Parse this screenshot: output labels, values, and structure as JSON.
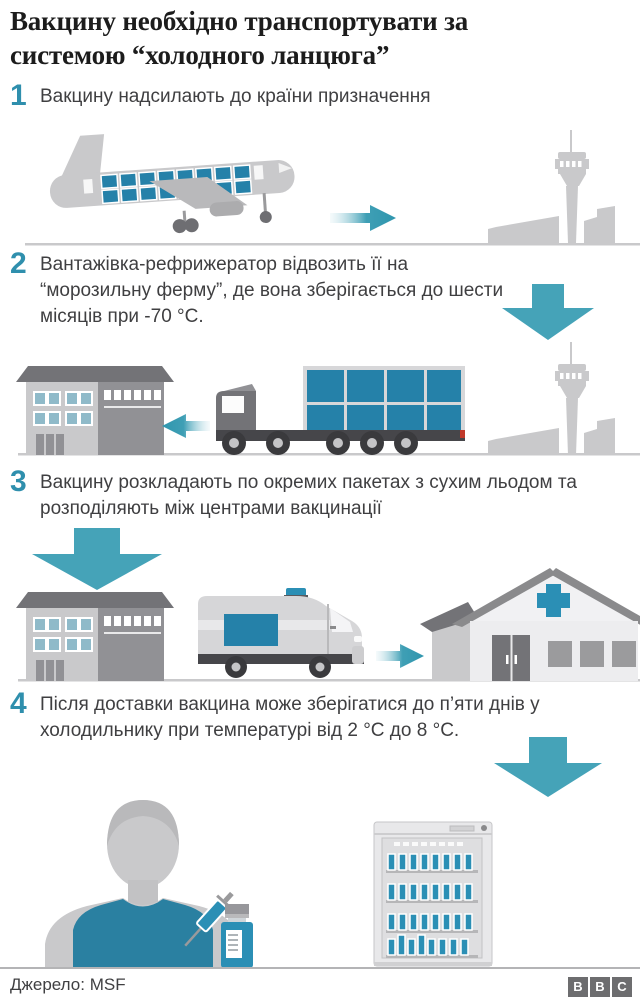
{
  "title": "Вакцину необхідно транспортувати за системою “холодного ланцюга”",
  "steps": [
    {
      "num": "1",
      "text": "Вакцину надсилають до країни призначення"
    },
    {
      "num": "2",
      "text": "Вантажівка-рефрижератор відвозить її на “морозильну ферму”, де вона зберігається до шести місяців при -70 °C."
    },
    {
      "num": "3",
      "text": "Вакцину розкладають по окремих пакетах з сухим льодом та розподіляють між центрами вакцинації"
    },
    {
      "num": "4",
      "text": "Після доставки вакцина може зберігатися до п’яти днів у холодильнику при температурі від 2 °C до 8 °C."
    }
  ],
  "footer": {
    "source": "Джерело: MSF",
    "logo_letters": [
      "B",
      "B",
      "C"
    ]
  },
  "colors": {
    "accent_teal": "#45a3b8",
    "box_blue": "#2581a9",
    "deep_teal": "#2b8fb5",
    "tank_teal": "#2a80a1",
    "number_teal": "#2f8fad",
    "pane_blue": "#8fbac9",
    "text_dark": "#3f3f41",
    "title_dark": "#1c1c1c",
    "logo_gray": "#6d6d6f"
  },
  "icons": {
    "step1_scene": [
      "airplane-icon",
      "cargo-boxes",
      "arrow-right-icon",
      "airport-tower-icon"
    ],
    "step2_scene": [
      "down-arrow-icon",
      "warehouse-icon",
      "arrow-left-icon",
      "refrigerated-truck-icon",
      "airport-tower-icon"
    ],
    "step3_scene": [
      "down-arrow-icon",
      "warehouse-icon",
      "medical-van-icon",
      "arrow-right-icon",
      "clinic-icon"
    ],
    "step4_scene": [
      "down-arrow-icon",
      "patient-icon",
      "syringe-icon",
      "vaccine-vial-icon",
      "vaccine-fridge-icon"
    ],
    "brand": "bbc-logo"
  }
}
